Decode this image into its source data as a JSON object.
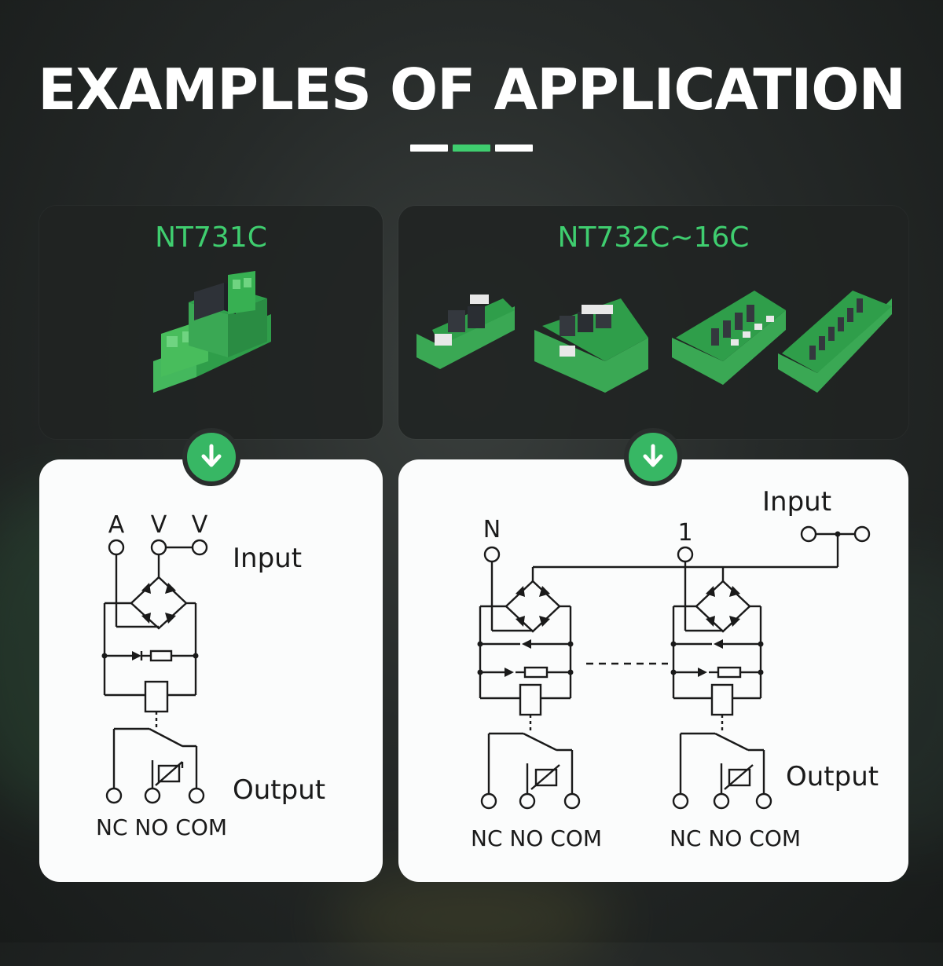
{
  "page": {
    "title": "EXAMPLES OF APPLICATION",
    "accent_color": "#3fce6f",
    "badge_color": "#37b764"
  },
  "left": {
    "model": "NT731C",
    "icon": "arrow-down-icon",
    "diagram": {
      "input_terminals": [
        "A",
        "V",
        "V"
      ],
      "input_label": "Input",
      "output_label": "Output",
      "output_terminals": "NC NO COM"
    }
  },
  "right": {
    "model": "NT732C~16C",
    "icon": "arrow-down-icon",
    "diagram": {
      "terminal_n": "N",
      "terminal_1": "1",
      "input_label": "Input",
      "output_label": "Output",
      "output_terminals_a": "NC NO COM",
      "output_terminals_b": "NC NO COM"
    }
  }
}
